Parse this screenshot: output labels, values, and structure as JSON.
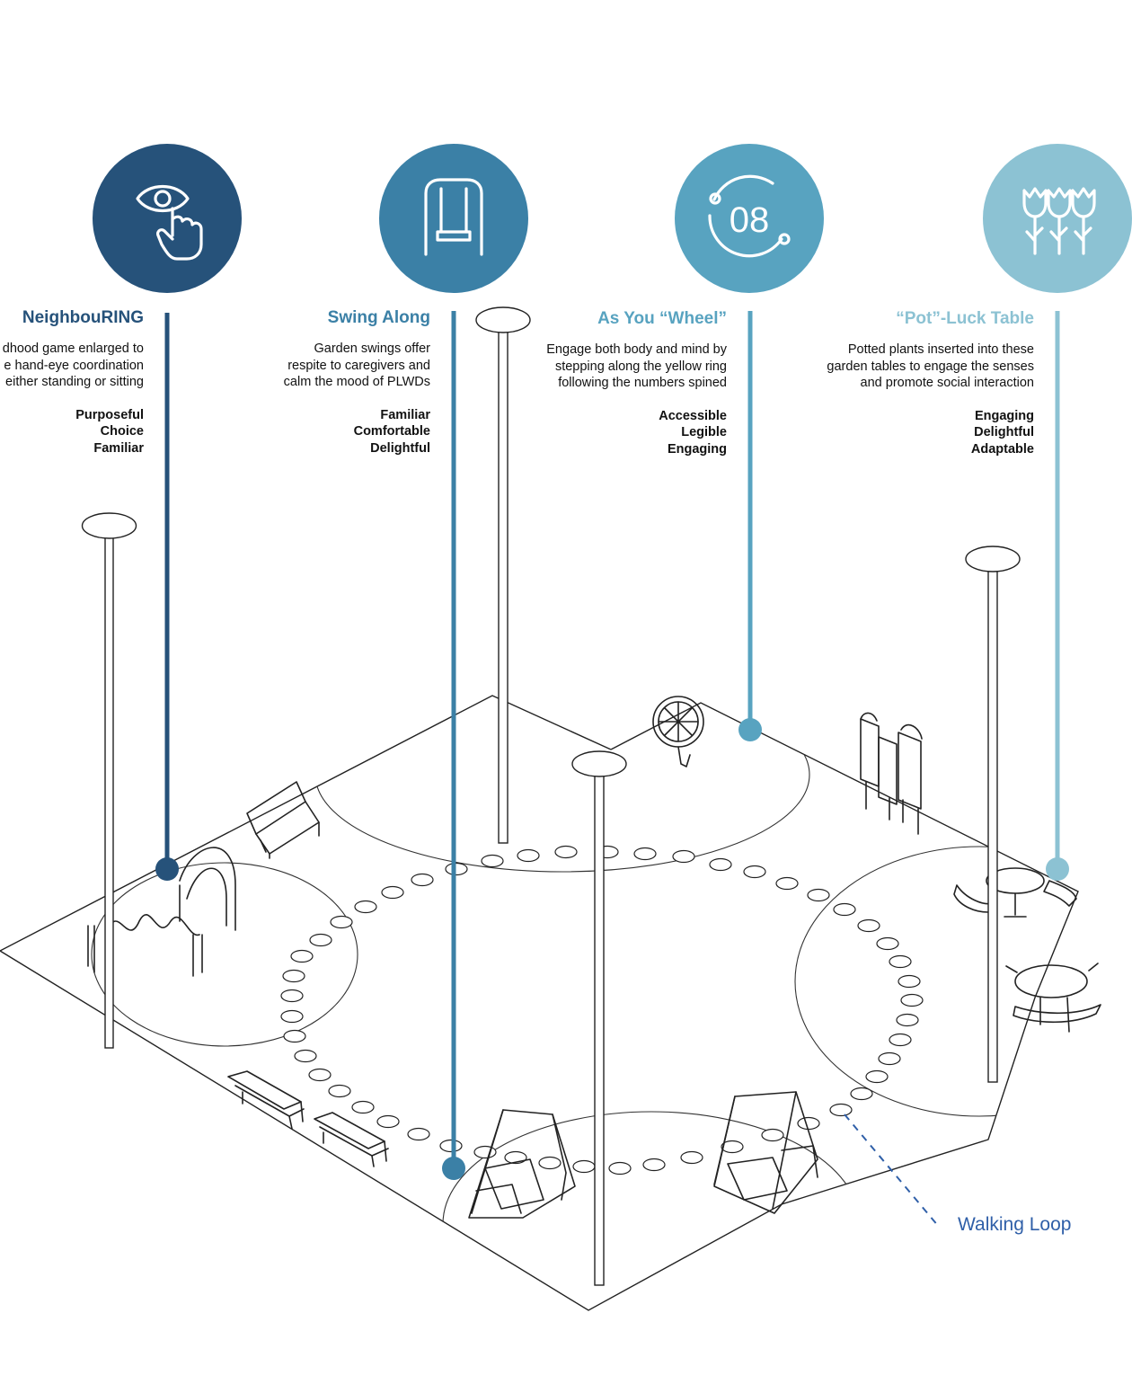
{
  "colors": {
    "feature_1": "#26527a",
    "feature_2": "#3b80a6",
    "feature_3": "#58a3c0",
    "feature_4": "#8cc2d3",
    "line": "#222222",
    "callout": "#2f5fa8"
  },
  "features": [
    {
      "icon": "eye-hand-pointer-icon",
      "title": "NeighbouRING",
      "description": [
        "dhood game enlarged to",
        "e hand-eye coordination",
        "either standing or sitting"
      ],
      "values": [
        "Purposeful",
        "Choice",
        "Familiar"
      ]
    },
    {
      "icon": "swing-icon",
      "title": "Swing Along",
      "description": [
        "Garden swings offer",
        "respite to caregivers and",
        "calm the mood of PLWDs"
      ],
      "values": [
        "Familiar",
        "Comfortable",
        "Delightful"
      ]
    },
    {
      "icon": "number-wheel-icon",
      "icon_text": "08",
      "title": "As You “Wheel”",
      "description": [
        "Engage both body and mind by",
        "stepping along the yellow ring",
        "following the numbers spined"
      ],
      "values": [
        "Accessible",
        "Legible",
        "Engaging"
      ]
    },
    {
      "icon": "flowers-icon",
      "title": "“Pot”-Luck Table",
      "description": [
        "Potted plants inserted into these",
        "garden tables to engage the senses",
        "and promote social interaction"
      ],
      "values": [
        "Engaging",
        "Delightful",
        "Adaptable"
      ]
    }
  ],
  "callout": {
    "label": "Walking Loop"
  }
}
